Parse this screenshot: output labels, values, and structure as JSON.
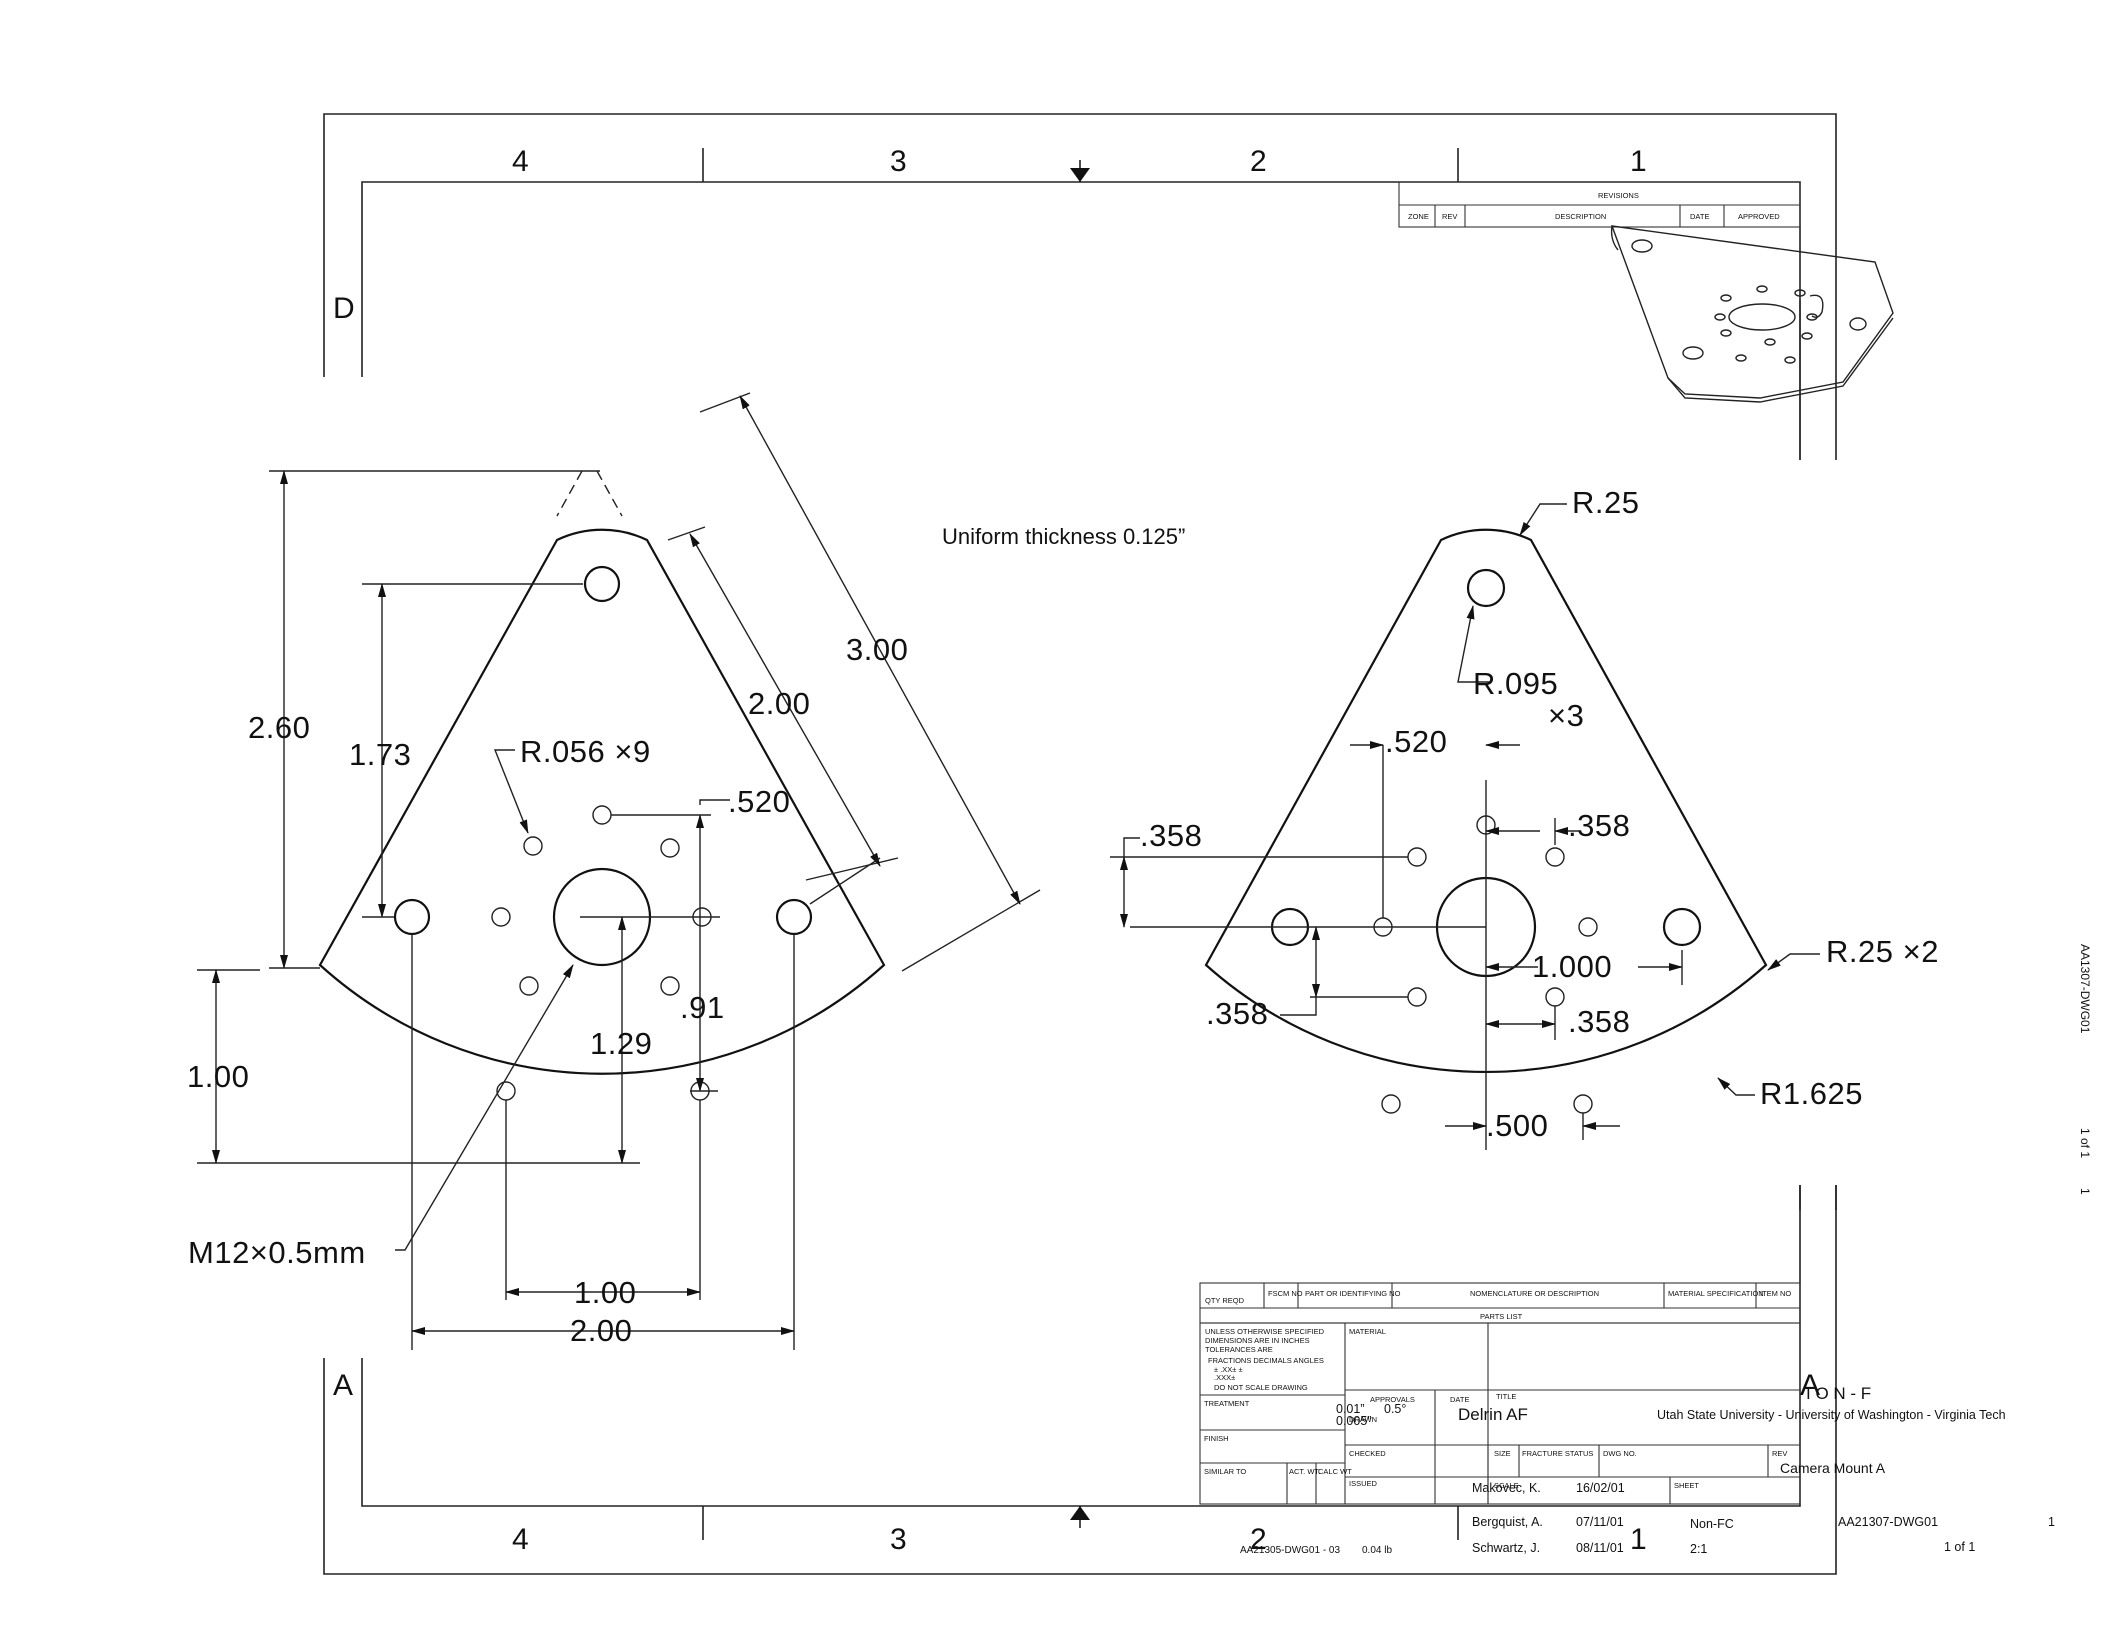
{
  "zones": {
    "top": [
      "4",
      "3",
      "2",
      "1"
    ],
    "bottom": [
      "4",
      "3",
      "2",
      "1"
    ],
    "rows": [
      "D",
      "A"
    ]
  },
  "revisions": {
    "title": "REVISIONS",
    "cols": [
      "ZONE",
      "REV",
      "DESCRIPTION",
      "DATE",
      "APPROVED"
    ]
  },
  "note": "Uniform thickness 0.125”",
  "left_view": {
    "dims": {
      "d260": "2.60",
      "d173": "1.73",
      "d100v": "1.00",
      "d129": "1.29",
      "d091": ".91",
      "d520": ".520",
      "d300": "3.00",
      "d200s": "2.00",
      "d100h": "1.00",
      "d200h": "2.00"
    },
    "callouts": {
      "holes": "R.056 ×9",
      "thread": "M12×0.5mm"
    }
  },
  "right_view": {
    "dims": {
      "r25": "R.25",
      "r095": "R.095",
      "x3": "×3",
      "d520": ".520",
      "d358a": ".358",
      "d358b": ".358",
      "d358c": ".358",
      "d358d": ".358",
      "d1000": "1.000",
      "d500": ".500",
      "r25x2": "R.25 ×2",
      "r1625": "R1.625"
    }
  },
  "parts_list": {
    "headers": [
      "QTY REQD",
      "FSCM NO",
      "PART OR IDENTIFYING NO",
      "NOMENCLATURE OR DESCRIPTION",
      "MATERIAL SPECIFICATION",
      "ITEM NO"
    ],
    "title": "PARTS LIST"
  },
  "title_block": {
    "tolerance_lines": [
      "UNLESS OTHERWISE SPECIFIED",
      "DIMENSIONS ARE IN INCHES",
      "TOLERANCES ARE",
      "FRACTIONS   DECIMALS   ANGLES",
      "±           .XX±          ±",
      "               .XXX±",
      "DO NOT SCALE DRAWING"
    ],
    "labels": {
      "material": "MATERIAL",
      "treatment": "TREATMENT",
      "finish": "FINISH",
      "similar": "SIMILAR TO",
      "act_wt": "ACT. WT.",
      "calc_wt": "CALC WT",
      "approvals": "APPROVALS",
      "date": "DATE",
      "drawn": "DRAWN",
      "checked": "CHECKED",
      "issued": "ISSUED",
      "title": "TITLE",
      "size": "SIZE",
      "fracture": "FRACTURE STATUS",
      "dwg_no": "DWG NO.",
      "rev": "REV",
      "scale": "SCALE",
      "sheet": "SHEET"
    },
    "tol_decimals": "0.01”",
    "tol_decimals2": "0.005”",
    "tol_angles": "0.5°",
    "material_value": "Delrin AF",
    "project": "I O N - F",
    "org": "Utah State University - University of Washington - Virginia Tech",
    "title_value": "Camera Mount A",
    "drawn_by": "Makovec, K.",
    "drawn_date": "16/02/01",
    "checked_by": "Bergquist, A.",
    "checked_date": "07/11/01",
    "issued_by": "Schwartz, J.",
    "issued_date": "08/11/01",
    "similar_value": "AA21305-DWG01 - 03",
    "weight": "0.04 lb",
    "fracture_value": "Non-FC",
    "scale_value": "2:1",
    "dwg_no_value": "AA21307-DWG01",
    "rev_value": "1",
    "sheet_value": "1 of 1"
  },
  "side_text": {
    "dwg": "AA1307-DWG01",
    "sheet": "1 of 1",
    "rev": "1"
  }
}
